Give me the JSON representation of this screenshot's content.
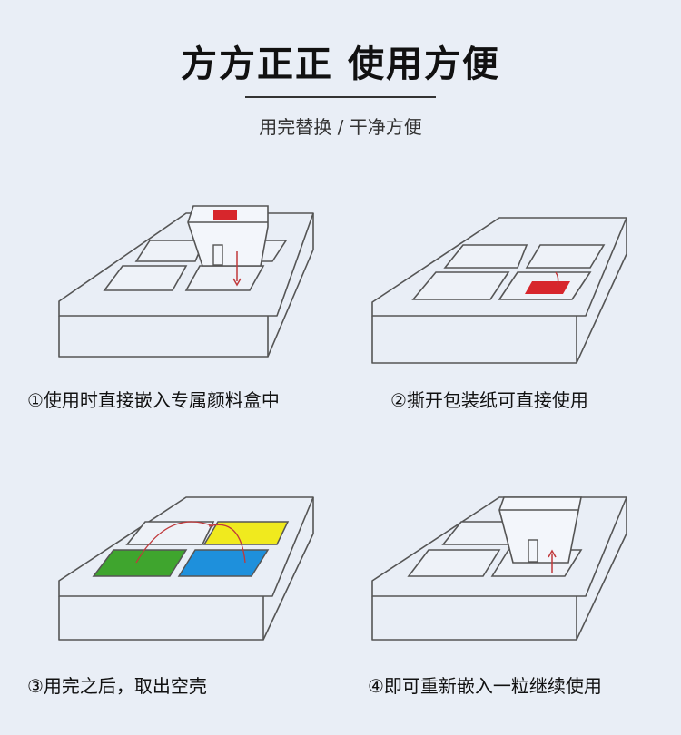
{
  "header": {
    "title": "方方正正 使用方便",
    "subtitle": "用完替换 / 干净方便"
  },
  "steps": [
    {
      "caption": "①使用时直接嵌入专属颜料盒中"
    },
    {
      "caption": "②撕开包装纸可直接使用"
    },
    {
      "caption": "③用完之后，取出空壳"
    },
    {
      "caption": "④即可重新嵌入一粒继续使用"
    }
  ],
  "colors": {
    "background": "#e9eef6",
    "paint_yellow": "#f0ea1e",
    "paint_green": "#3fa52e",
    "paint_blue": "#1e90dc",
    "brand_red": "#d7262c",
    "arrow_red": "#c0393b"
  }
}
